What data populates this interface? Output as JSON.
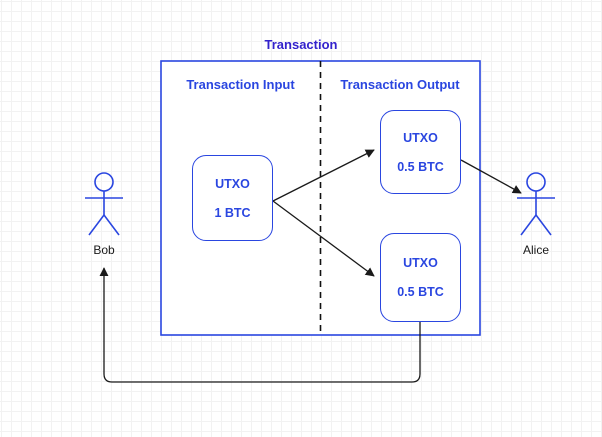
{
  "diagram": {
    "title": "Transaction",
    "title_color": "#3322cc",
    "accent_color": "#2a46e0",
    "line_color": "#1a1a1a",
    "background_color": "#ffffff",
    "grid_minor_color": "#f2f2f2",
    "grid_major_color": "#e4e4e4"
  },
  "container": {
    "label": "Transaction",
    "sections": [
      {
        "key": "input",
        "label": "Transaction Input"
      },
      {
        "key": "output",
        "label": "Transaction Output"
      }
    ],
    "divider": "dashed-vertical"
  },
  "nodes": {
    "input_utxo": {
      "title": "UTXO",
      "amount": "1 BTC"
    },
    "output_utxo_1": {
      "title": "UTXO",
      "amount": "0.5 BTC"
    },
    "output_utxo_2": {
      "title": "UTXO",
      "amount": "0.5 BTC"
    }
  },
  "actors": [
    {
      "key": "bob",
      "name": "Bob",
      "side": "left"
    },
    {
      "key": "alice",
      "name": "Alice",
      "side": "right"
    }
  ],
  "edges": [
    {
      "from": "input_utxo",
      "to": "output_utxo_1",
      "style": "solid-arrow"
    },
    {
      "from": "input_utxo",
      "to": "output_utxo_2",
      "style": "solid-arrow"
    },
    {
      "from": "output_utxo_1",
      "to": "alice",
      "style": "solid-arrow"
    },
    {
      "from": "output_utxo_2",
      "to": "bob",
      "style": "solid-arrow-orthogonal"
    }
  ]
}
